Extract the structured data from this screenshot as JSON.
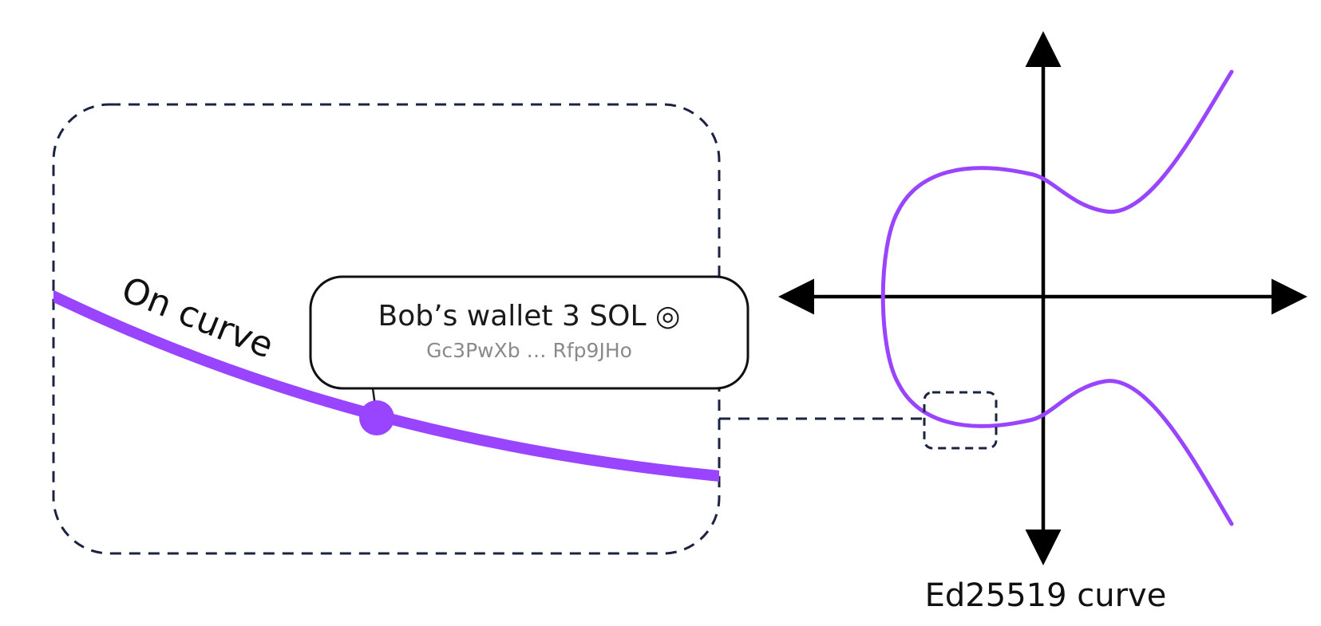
{
  "colors": {
    "curve": "#9945FF",
    "dashed_outline": "#1B2340",
    "axis": "#000000",
    "text": "#111111",
    "address_text": "#8A8A8A"
  },
  "zoom_panel": {
    "on_curve_label": "On curve"
  },
  "wallet_card": {
    "title": "Bob’s wallet 3 SOL ◎",
    "address": "Gc3PwXb … Rfp9JHo"
  },
  "curve_plot": {
    "caption": "Ed25519 curve"
  }
}
